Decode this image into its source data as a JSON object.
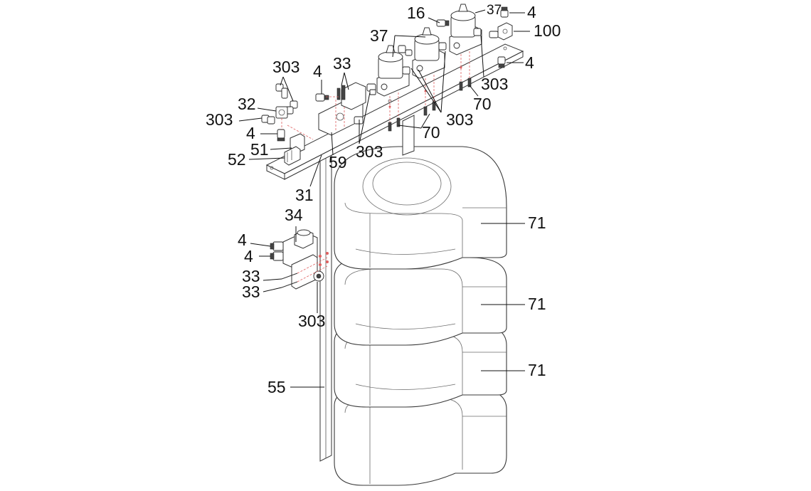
{
  "callouts": {
    "c16": "16",
    "c37_top": "37",
    "c4_top_right": "4",
    "c100": "100",
    "c37_left": "37",
    "c4_right": "4",
    "c303_right": "303",
    "c70_right": "70",
    "c303_upper_left": "303",
    "c4_upper": "4",
    "c33_upper": "33",
    "c32": "32",
    "c303_left": "303",
    "c4_left": "4",
    "c51": "51",
    "c52": "52",
    "c303_mid": "303",
    "c70_mid": "70",
    "c303_center": "303",
    "c59": "59",
    "c31": "31",
    "c34": "34",
    "c71_a": "71",
    "c4_lower_a": "4",
    "c4_lower_b": "4",
    "c33_lower_a": "33",
    "c33_lower_b": "33",
    "c303_lower": "303",
    "c71_b": "71",
    "c71_c": "71",
    "c55": "55"
  }
}
